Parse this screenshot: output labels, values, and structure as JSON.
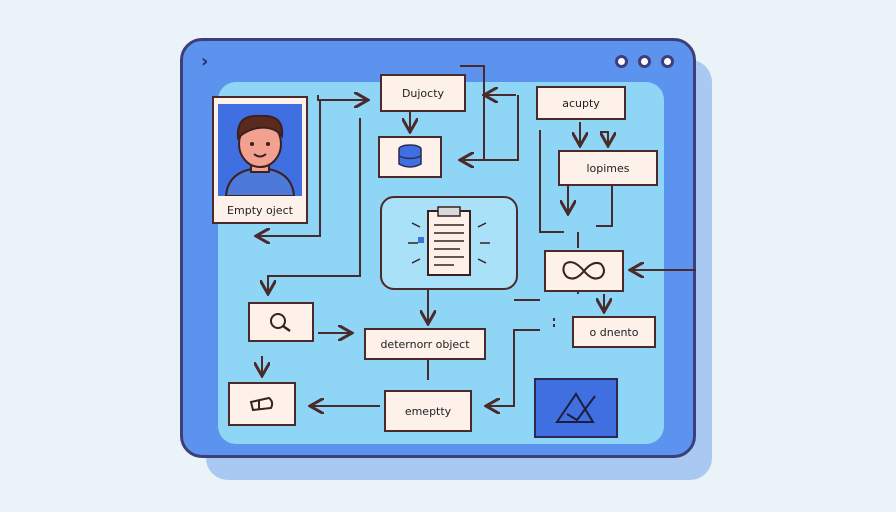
{
  "diagram": {
    "nodes": {
      "profile_caption": "Empty oject",
      "top_center": "Dujocty",
      "top_right": "acupty",
      "mid_right": "lopimes",
      "center_left": "deternorr object",
      "right_middle": "o dnento",
      "bottom_center": "emeptty"
    }
  },
  "colors": {
    "window": "#5b93ee",
    "canvas": "#8fd6f6",
    "node_fill": "#fdf1ea",
    "stroke": "#4a2a2a",
    "accent": "#3f6fe0"
  }
}
